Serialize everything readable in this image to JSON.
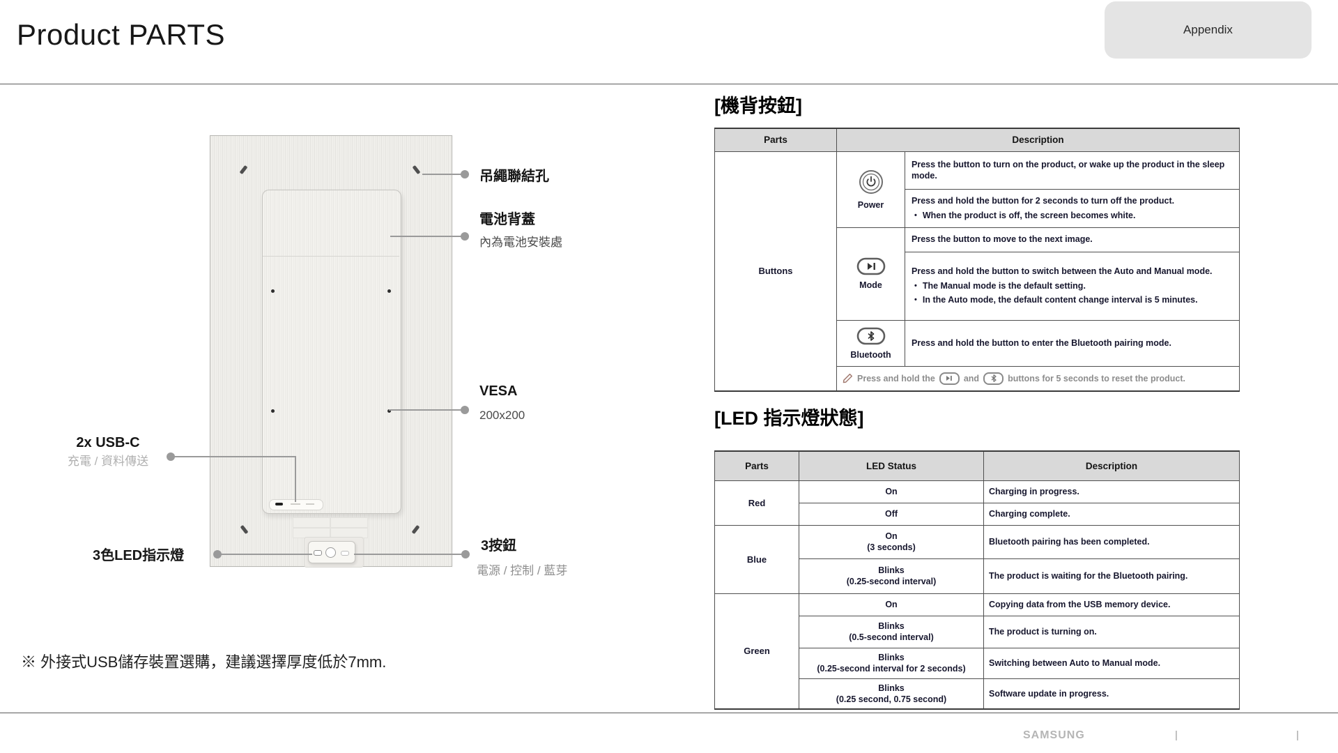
{
  "header": {
    "title": "Product PARTS",
    "appendix_label": "Appendix"
  },
  "diagram": {
    "callouts": {
      "hang_hole": {
        "title": "吊繩聯結孔"
      },
      "battery_cover": {
        "title": "電池背蓋",
        "subtitle": "內為電池安裝處"
      },
      "vesa": {
        "title": "VESA",
        "subtitle": "200x200"
      },
      "usb": {
        "title": "2x USB-C",
        "subtitle": "充電 / 資料傳送"
      },
      "led": {
        "title": "3色LED指示燈"
      },
      "buttons": {
        "title": "3按鈕",
        "subtitle": "電源 / 控制 / 藍芽"
      }
    },
    "footnote": "※ 外接式USB儲存裝置選購，建議選擇厚度低於7mm."
  },
  "back_buttons": {
    "section_title": "[機背按鈕]",
    "col_parts": "Parts",
    "col_description": "Description",
    "group_label": "Buttons",
    "power": {
      "label": "Power",
      "desc1": "Press the button to turn on the product, or wake up the product in the sleep mode.",
      "desc2": "Press and hold the button for 2 seconds to turn off the product.",
      "desc2_bullet": "When the product is off, the screen becomes white."
    },
    "mode": {
      "label": "Mode",
      "desc1": "Press the button to move to the next image.",
      "desc2": "Press and hold the button to switch between the Auto and Manual mode.",
      "desc2_bullet1": "The Manual mode is the default setting.",
      "desc2_bullet2": "In the Auto mode, the default content change interval is 5 minutes."
    },
    "bluetooth": {
      "label": "Bluetooth",
      "desc": "Press and hold the button to enter the Bluetooth pairing mode."
    },
    "note": {
      "part1": "Press and hold the",
      "part2": "and",
      "part3": "buttons for 5 seconds to reset the product."
    }
  },
  "led_status": {
    "section_title": "[LED 指示燈狀態]",
    "col_parts": "Parts",
    "col_status": "LED Status",
    "col_description": "Description",
    "red": {
      "label": "Red",
      "rows": [
        {
          "status": "On",
          "desc": "Charging in progress."
        },
        {
          "status": "Off",
          "desc": "Charging complete."
        }
      ]
    },
    "blue": {
      "label": "Blue",
      "rows": [
        {
          "status": "On",
          "status_detail": "(3 seconds)",
          "desc": "Bluetooth pairing has been completed."
        },
        {
          "status": "Blinks",
          "status_detail": "(0.25-second interval)",
          "desc": "The product is waiting for the Bluetooth pairing."
        }
      ]
    },
    "green": {
      "label": "Green",
      "rows": [
        {
          "status": "On",
          "desc": "Copying data from the USB memory device."
        },
        {
          "status": "Blinks",
          "status_detail": "(0.5-second interval)",
          "desc": "The product is turning on."
        },
        {
          "status": "Blinks",
          "status_detail": "(0.25-second interval for 2 seconds)",
          "desc": "Switching between Auto to Manual mode."
        },
        {
          "status": "Blinks",
          "status_detail": "(0.25 second, 0.75 second)",
          "desc": "Software update in progress."
        }
      ]
    }
  },
  "footer": {
    "brand": "SAMSUNG",
    "sep_left": "|",
    "sep_right": "|"
  },
  "colors": {
    "table_header_bg": "#d9d9d9",
    "callout_line": "#9a9a9a",
    "body_text": "#17172e",
    "muted_text": "#8d8d8d",
    "brand_gray": "#b5b5b5",
    "appendix_bg": "#e4e4e4"
  },
  "icons": {
    "power": "power-icon",
    "mode": "next-image-icon",
    "bluetooth": "bluetooth-icon",
    "note": "pencil-icon"
  }
}
